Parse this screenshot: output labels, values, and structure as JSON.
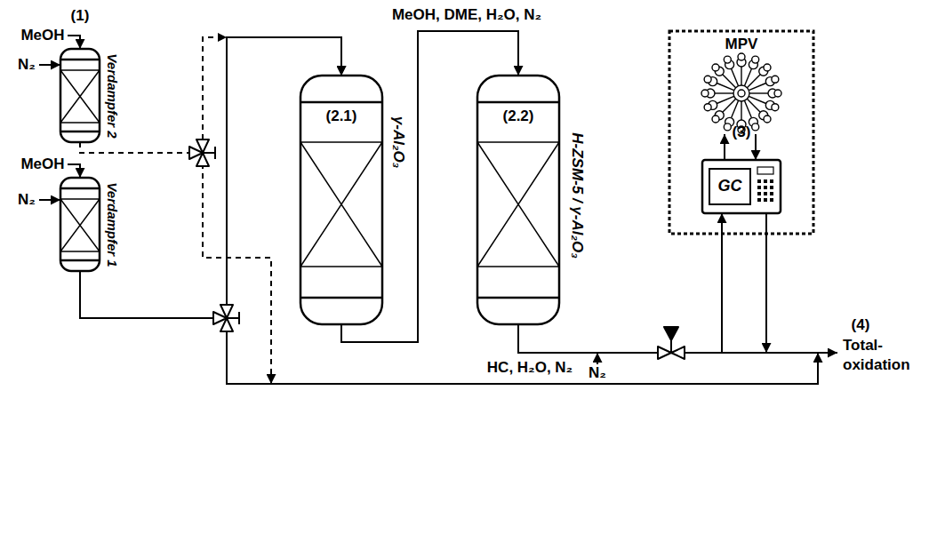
{
  "diagram": {
    "nodes": [
      {
        "text": [
          "Verdampfer 2"
        ]
      },
      {
        "text": [
          "Verdampfer 1"
        ]
      },
      {
        "text": [
          "(2.1)",
          "γ-Al₂O₃"
        ]
      },
      {
        "text": [
          "(2.2)",
          "H-ZSM-5 / γ-Al₂O₃"
        ]
      },
      {
        "text": [
          "(3)"
        ]
      },
      {
        "text": [
          "MPV"
        ],
        "in": 4
      },
      {
        "text": [
          "GC"
        ],
        "in": 4
      }
    ],
    "edges": [
      {
        "from": 0,
        "to": 2,
        "arrow": "to"
      },
      {
        "from": 1,
        "to": 2,
        "arrow": "to"
      },
      {
        "from": 2,
        "to": 3,
        "arrow": "to",
        "label": "MeOH, DME, H₂O, N₂"
      },
      {
        "from": 3,
        "to": 6,
        "arrow": "to",
        "label": "HC, H₂O, N₂"
      },
      {
        "from": 6,
        "to": 5,
        "arrow": "to"
      },
      {
        "from": 5,
        "to": 6,
        "arrow": "to"
      }
    ],
    "labels": [
      "(1)",
      "MeOH",
      "N₂",
      "MeOH",
      "N₂",
      "N₂",
      "(4)",
      "Total- oxidation"
    ]
  }
}
